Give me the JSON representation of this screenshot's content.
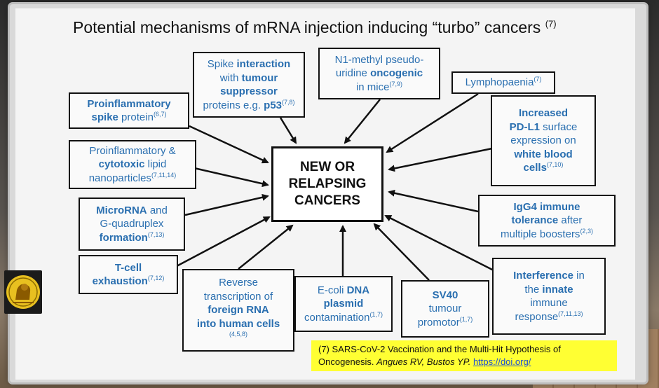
{
  "slide": {
    "title": "Potential mechanisms of mRNA injection inducing “turbo” cancers",
    "title_ref": "(7)",
    "center": [
      "NEW OR",
      "RELAPSING",
      "CANCERS"
    ],
    "boxes": {
      "spike_interaction": {
        "lines": [
          [
            {
              "t": "Spike "
            },
            {
              "t": "interaction",
              "b": true
            }
          ],
          [
            {
              "t": "with "
            },
            {
              "t": "tumour",
              "b": true
            }
          ],
          [
            {
              "t": "suppressor",
              "b": true
            }
          ],
          [
            {
              "t": "proteins e.g. "
            },
            {
              "t": "p53",
              "b": true
            },
            {
              "t": "(7,8)",
              "sup": true
            }
          ]
        ]
      },
      "n1_methyl": {
        "lines": [
          [
            {
              "t": "N1-methyl pseudo-"
            }
          ],
          [
            {
              "t": "uridine "
            },
            {
              "t": "oncogenic",
              "b": true
            }
          ],
          [
            {
              "t": "in mice"
            },
            {
              "t": "(7,9)",
              "sup": true
            }
          ]
        ]
      },
      "lymphopaenia": {
        "lines": [
          [
            {
              "t": "Lymphopaenia"
            },
            {
              "t": "(7)",
              "sup": true
            }
          ]
        ]
      },
      "proinflammatory_spike": {
        "lines": [
          [
            {
              "t": "Proinflammatory",
              "b": true
            }
          ],
          [
            {
              "t": "spike",
              "b": true
            },
            {
              "t": " protein"
            },
            {
              "t": "(6,7)",
              "sup": true
            }
          ]
        ]
      },
      "pd_l1": {
        "lines": [
          [
            {
              "t": "Increased",
              "b": true
            }
          ],
          [
            {
              "t": "PD-L1",
              "b": true
            },
            {
              "t": " surface"
            }
          ],
          [
            {
              "t": "expression on"
            }
          ],
          [
            {
              "t": "white blood",
              "b": true
            }
          ],
          [
            {
              "t": "cells",
              "b": true
            },
            {
              "t": "(7,10)",
              "sup": true
            }
          ]
        ]
      },
      "lipid_nanoparticles": {
        "lines": [
          [
            {
              "t": "Proinflammatory &"
            }
          ],
          [
            {
              "t": "cytotoxic",
              "b": true
            },
            {
              "t": " lipid"
            }
          ],
          [
            {
              "t": "nanoparticles"
            },
            {
              "t": "(7,11,14)",
              "sup": true
            }
          ]
        ]
      },
      "microrna": {
        "lines": [
          [
            {
              "t": "MicroRNA",
              "b": true
            },
            {
              "t": " and"
            }
          ],
          [
            {
              "t": "G-quadruplex"
            }
          ],
          [
            {
              "t": "formation",
              "b": true
            },
            {
              "t": "(7,13)",
              "sup": true
            }
          ]
        ]
      },
      "igg4": {
        "lines": [
          [
            {
              "t": "IgG4 immune",
              "b": true
            }
          ],
          [
            {
              "t": "tolerance",
              "b": true
            },
            {
              "t": " after"
            }
          ],
          [
            {
              "t": "multiple boosters"
            },
            {
              "t": "(2,3)",
              "sup": true
            }
          ]
        ]
      },
      "tcell": {
        "lines": [
          [
            {
              "t": "T-cell",
              "b": true
            }
          ],
          [
            {
              "t": "exhaustion",
              "b": true
            },
            {
              "t": "(7,12)",
              "sup": true
            }
          ]
        ]
      },
      "reverse_transcription": {
        "lines": [
          [
            {
              "t": "Reverse"
            }
          ],
          [
            {
              "t": "transcription of"
            }
          ],
          [
            {
              "t": "foreign RNA",
              "b": true
            }
          ],
          [
            {
              "t": "into human cells",
              "b": true
            }
          ],
          [
            {
              "t": "(4,5,8)",
              "sup": true
            }
          ]
        ]
      },
      "ecoli": {
        "lines": [
          [
            {
              "t": "E-coli "
            },
            {
              "t": "DNA",
              "b": true
            }
          ],
          [
            {
              "t": "plasmid",
              "b": true
            }
          ],
          [
            {
              "t": "contamination"
            },
            {
              "t": "(1,7)",
              "sup": true
            }
          ]
        ]
      },
      "sv40": {
        "lines": [
          [
            {
              "t": "SV40",
              "b": true
            }
          ],
          [
            {
              "t": "tumour"
            }
          ],
          [
            {
              "t": "promotor"
            },
            {
              "t": "(1,7)",
              "sup": true
            }
          ]
        ]
      },
      "interference": {
        "lines": [
          [
            {
              "t": "Interference",
              "b": true
            },
            {
              "t": " in"
            }
          ],
          [
            {
              "t": "the "
            },
            {
              "t": "innate",
              "b": true
            }
          ],
          [
            {
              "t": "immune"
            }
          ],
          [
            {
              "t": "response"
            },
            {
              "t": "(7,11,13)",
              "sup": true
            }
          ]
        ]
      }
    },
    "citation": {
      "ref": "(7)",
      "text": "SARS-CoV-2 Vaccination and the Multi-Hit Hypothesis of Oncogenesis.",
      "authors": "Angues RV, Bustos YP.",
      "link": "https://doi.org/"
    }
  }
}
